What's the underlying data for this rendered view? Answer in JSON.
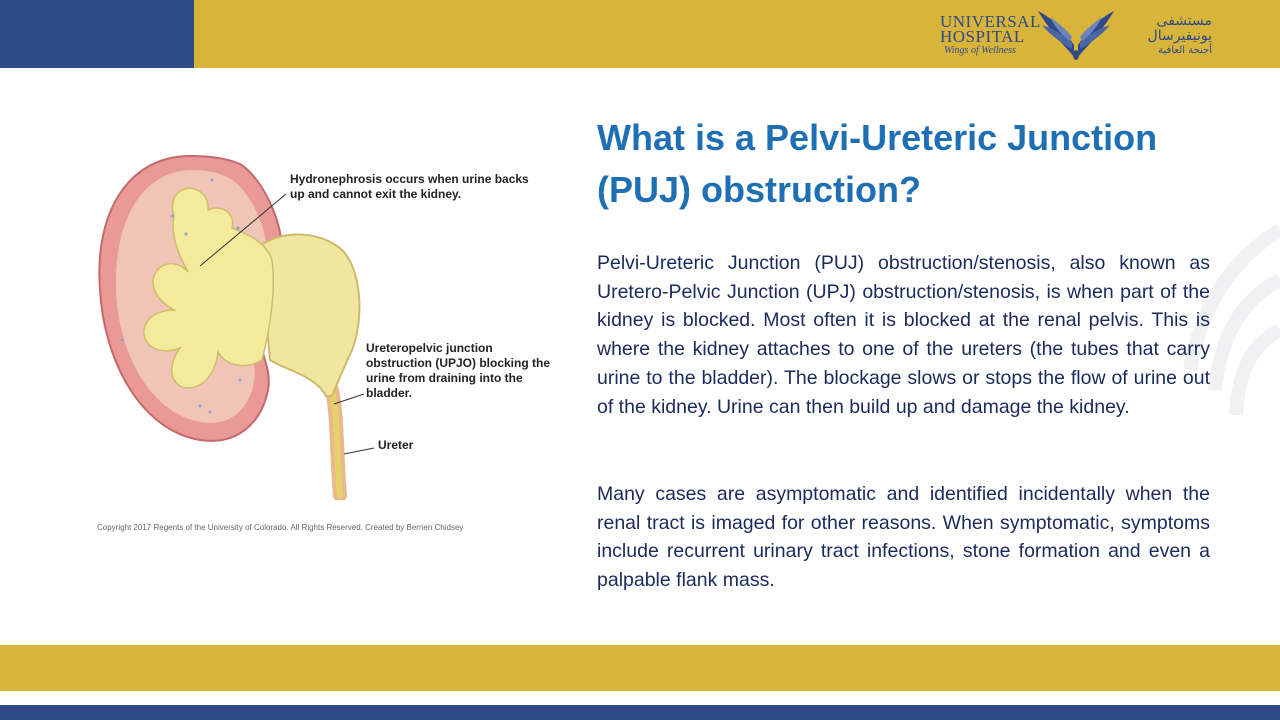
{
  "header": {
    "logo": {
      "name_line1": "UNIVERSAL",
      "name_line2": "HOSPITAL",
      "tagline": "Wings of Wellness",
      "arabic_name": "مستشفى يونيفيرسال",
      "arabic_tagline": "أجنحة العافية"
    }
  },
  "illustration": {
    "callout_hydronephrosis": "Hydronephrosis occurs when urine backs up and cannot exit the kidney.",
    "callout_upjo": "Ureteropelvic junction obstruction (UPJO) blocking the urine from draining into the bladder.",
    "callout_ureter": "Ureter",
    "copyright": "Copyright 2017 Regents of the University of Colorado. All Rights Reserved. Created by Berrien Chidsey"
  },
  "content": {
    "title": "What is a Pelvi-Ureteric Junction (PUJ) obstruction?",
    "paragraph1": "Pelvi-Ureteric Junction (PUJ) obstruction/stenosis, also known as Uretero-Pelvic Junction (UPJ) obstruction/stenosis, is when part of the kidney is blocked. Most often it is blocked at the renal pelvis. This is where the kidney attaches to one of the ureters (the tubes that carry urine to the bladder). The blockage slows or stops the flow of urine out of the kidney. Urine can then build up and damage the kidney.",
    "paragraph2": "Many cases are asymptomatic and identified incidentally when the renal tract is imaged for other reasons. When symptomatic, symptoms include recurrent urinary tract infections, stone formation and even a palpable flank mass."
  },
  "colors": {
    "navy": "#2e4a87",
    "gold": "#d9b43a",
    "title_blue": "#1f6fb4",
    "body_text": "#1b2a5c"
  }
}
